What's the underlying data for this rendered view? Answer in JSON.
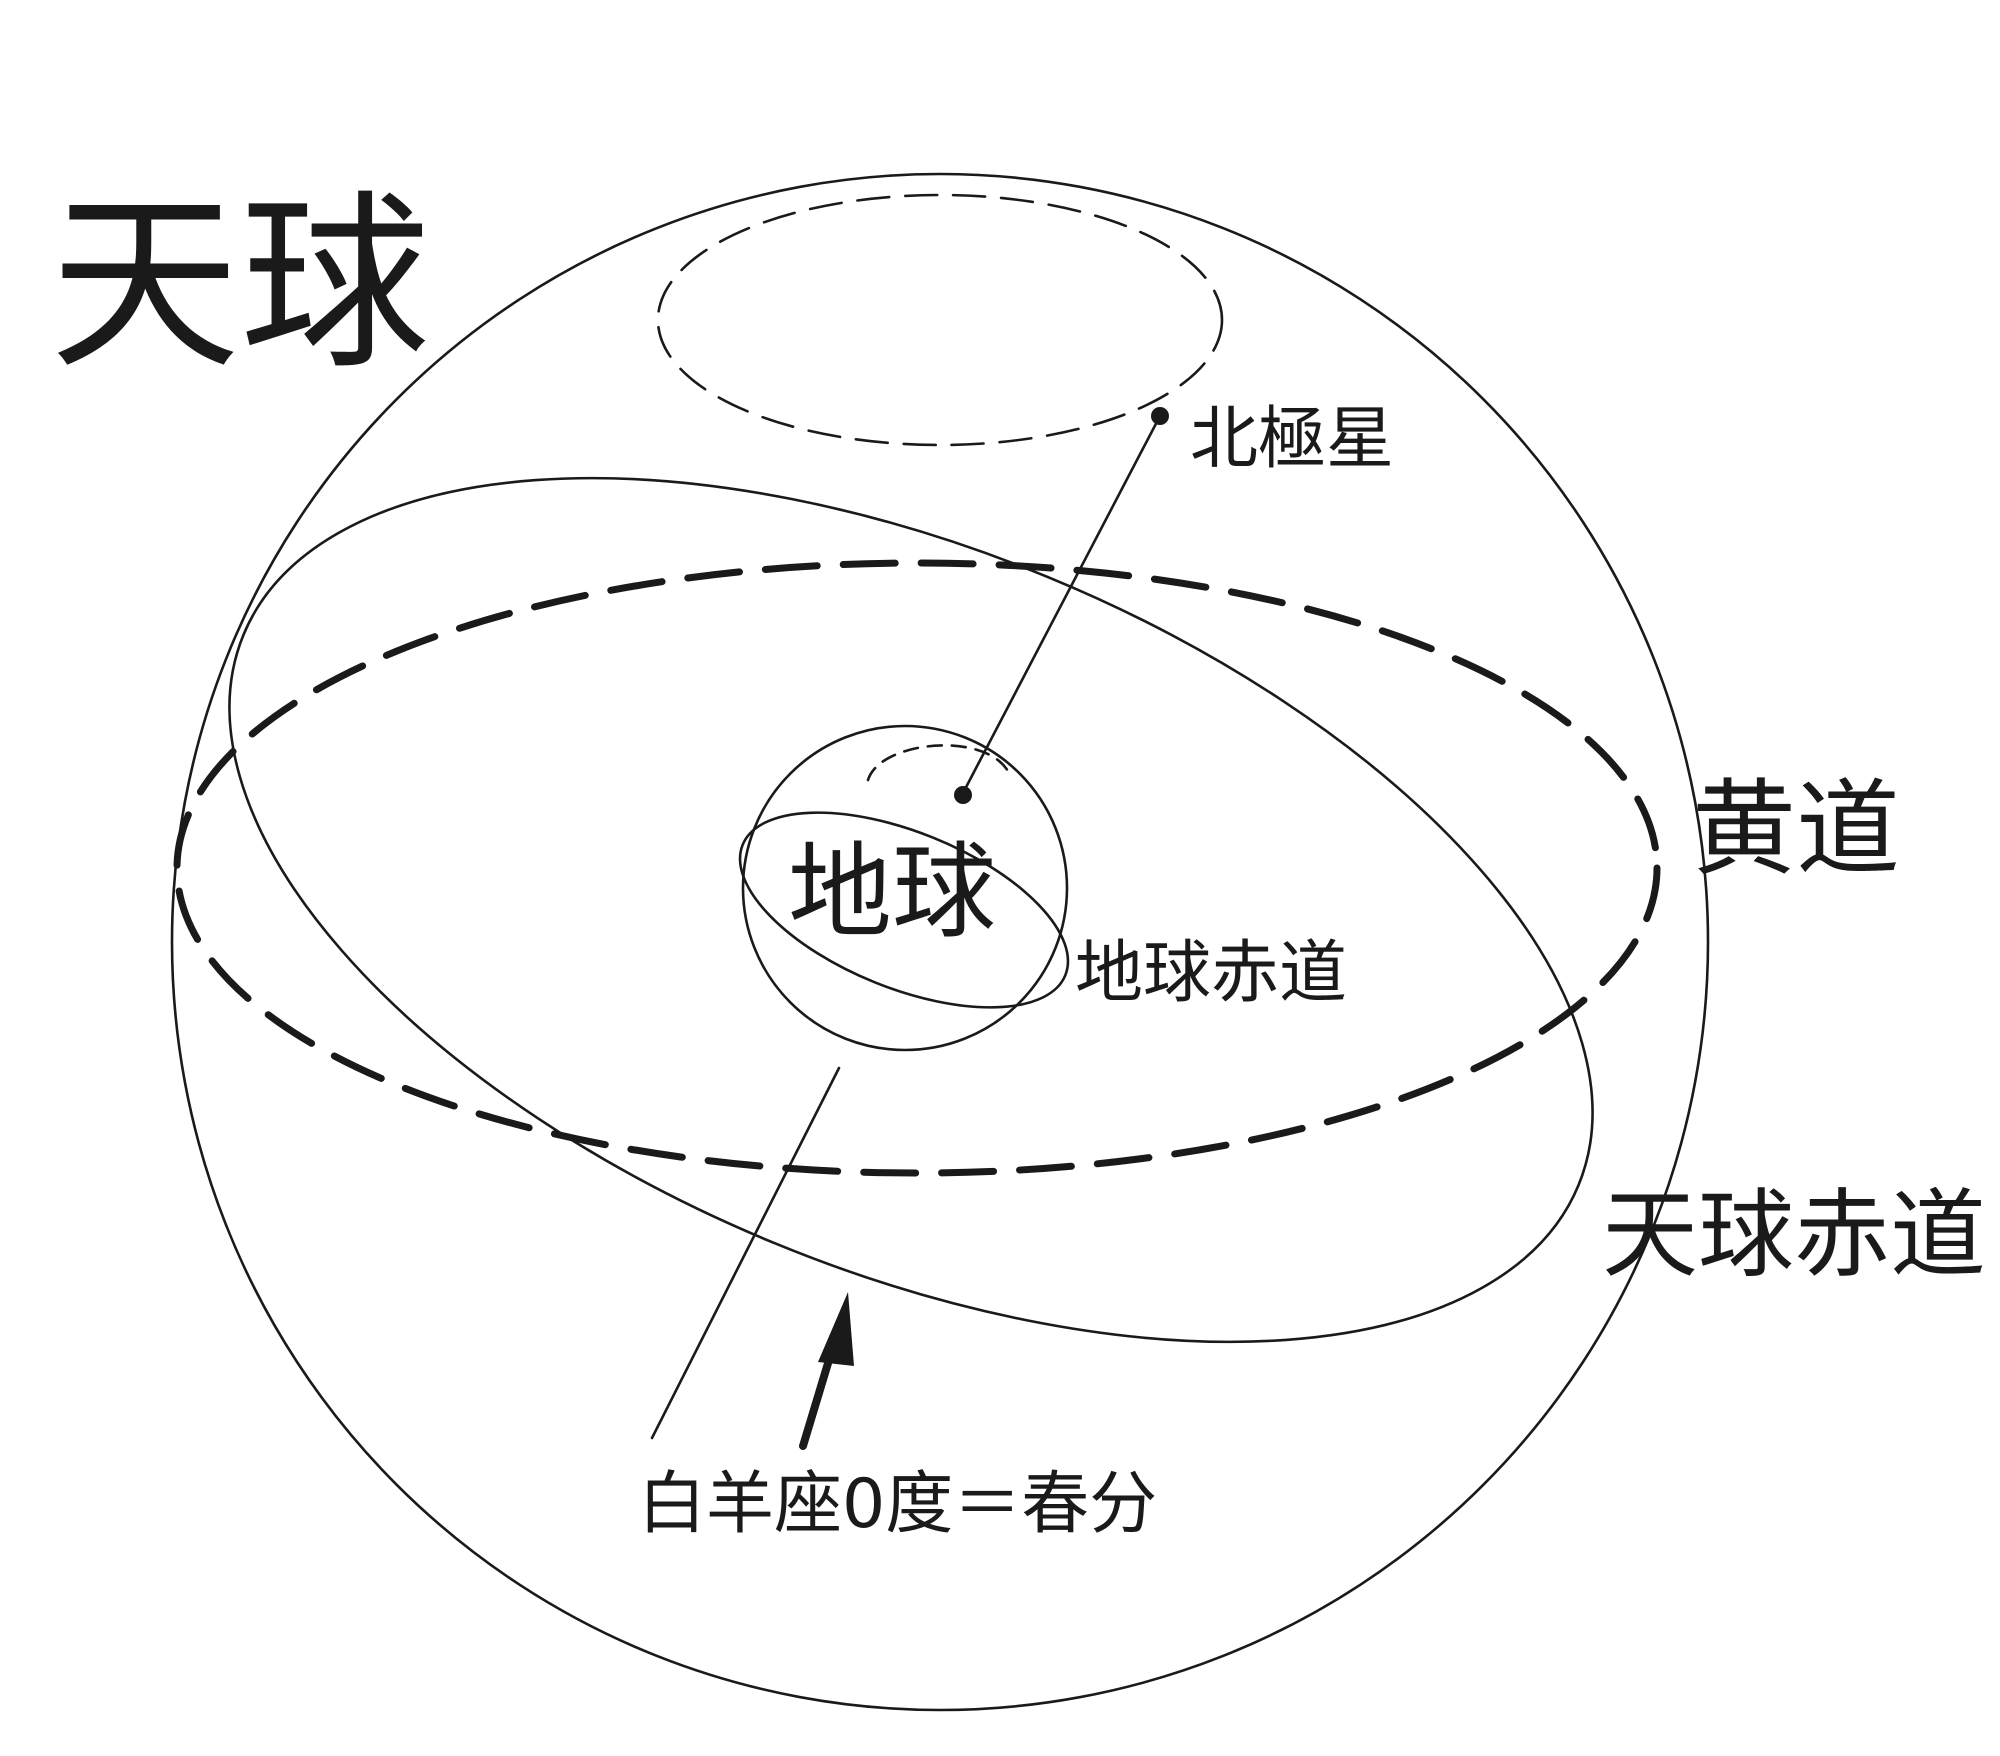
{
  "title": "天球",
  "labels": {
    "polaris": "北極星",
    "ecliptic": "黄道",
    "earth": "地球",
    "earth_equator": "地球赤道",
    "celestial_equator": "天球赤道",
    "vernal_equinox": "白羊座0度＝春分"
  },
  "colors": {
    "ink": "#1a1a1a",
    "background": "#ffffff"
  }
}
